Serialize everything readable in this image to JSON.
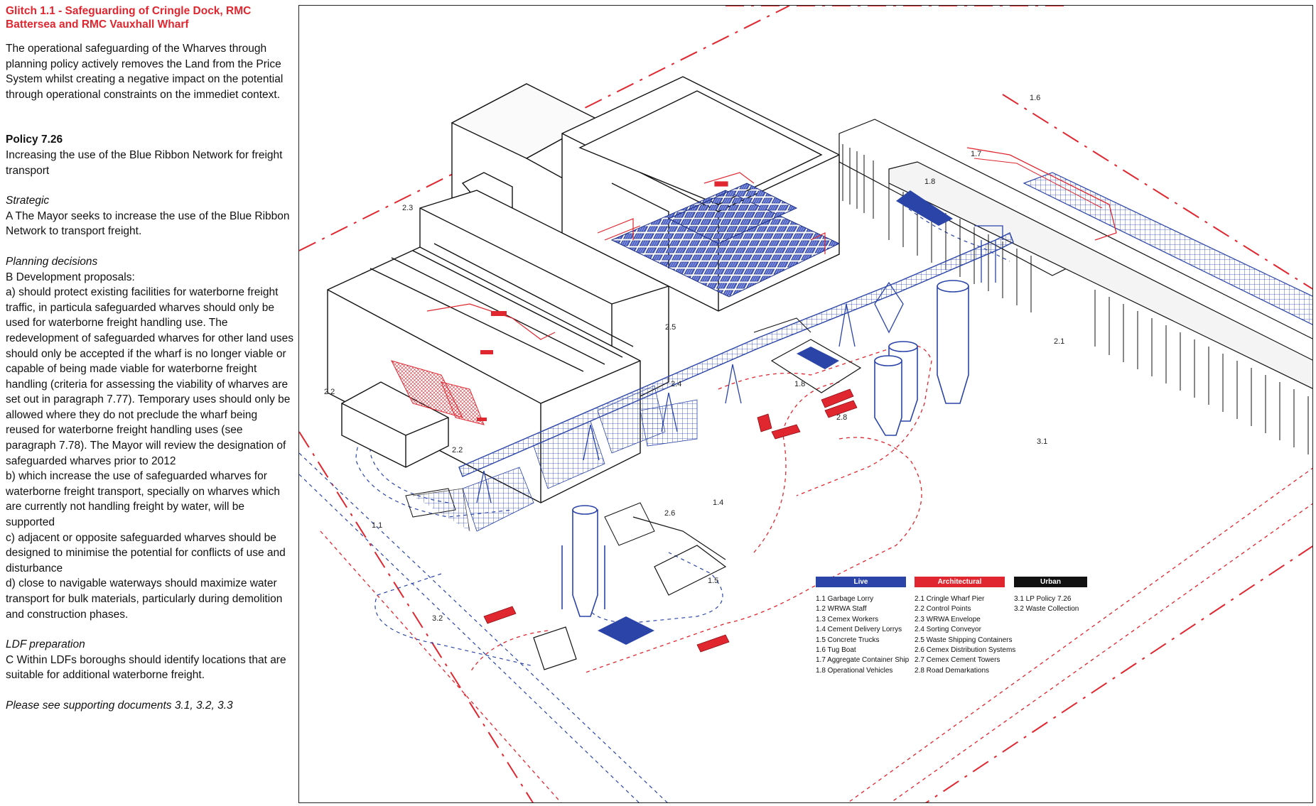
{
  "text": {
    "title": "Glitch 1.1 - Safeguarding of Cringle Dock, RMC Battersea and RMC Vauxhall Wharf",
    "intro": "The operational safeguarding of the Wharves through planning policy actively removes the Land from the Price System whilst creating a negative impact on the potential through operational constraints on the immediet context.",
    "policy_heading": "Policy 7.26",
    "policy_sub": "Increasing the use of the Blue Ribbon Network for freight transport",
    "strategic_heading": "Strategic",
    "strategic_text": "A The Mayor seeks to increase the use of the Blue Ribbon Network to transport freight.",
    "planning_heading": "Planning decisions",
    "planning_intro": "B Development proposals:",
    "clause_a": "a) should protect existing facilities for waterborne freight traffic, in particula safeguarded wharves should only be used for waterborne freight handling use. The redevelopment of safeguarded wharves for other land uses should only be accepted if the wharf is no longer viable or capable of being made viable for waterborne freight handling (criteria for assessing the viability of wharves are set out in paragraph 7.77). Temporary uses should only be allowed where they do not preclude the wharf being reused for waterborne freight handling uses (see paragraph 7.78). The Mayor will review the designation of safeguarded wharves prior to 2012",
    "clause_b": "b) which increase the use of safeguarded wharves for waterborne freight transport, specially on wharves which are currently not handling freight by water, will be supported",
    "clause_c": "c) adjacent or opposite safeguarded wharves should be designed to minimise the potential for conflicts of use and disturbance",
    "clause_d": "d) close to navigable waterways should maximize water transport for bulk materials, particularly during demolition",
    "clause_d2": "and construction phases.",
    "ldf_heading": "LDF preparation",
    "ldf_text": "C Within LDFs boroughs should identify locations that are suitable for additional waterborne freight.",
    "see_docs": "Please see supporting documents 3.1, 3.2, 3.3"
  },
  "diagram": {
    "labels": {
      "l16": "1.6",
      "l17": "1.7",
      "l18a": "1.8",
      "l18b": "1.8",
      "l23": "2.3",
      "l25": "2.5",
      "l21": "2.1",
      "l24": "2.4",
      "l22a": "2.2",
      "l22b": "2.2",
      "l28": "2.8",
      "l31": "3.1",
      "l11": "1.1",
      "l14": "1.4",
      "l26": "2.6",
      "l15": "1.5",
      "l32": "3.2"
    },
    "colors": {
      "live": "#2a44a8",
      "architectural": "#e0262f",
      "urban": "#111111",
      "ink": "#111111"
    }
  },
  "legend": {
    "live": {
      "title": "Live",
      "items": [
        "1.1 Garbage Lorry",
        "1.2 WRWA Staff",
        "1.3 Cemex Workers",
        "1.4 Cement Delivery Lorrys",
        "1.5 Concrete Trucks",
        "1.6 Tug Boat",
        "1.7 Aggregate Container Ship",
        "1.8 Operational Vehicles"
      ]
    },
    "architectural": {
      "title": "Architectural",
      "items": [
        "2.1 Cringle Wharf Pier",
        "2.2 Control Points",
        "2.3 WRWA Envelope",
        "2.4 Sorting Conveyor",
        "2.5 Waste Shipping Containers",
        "2.6 Cemex Distribution Systems",
        "2.7 Cemex Cement Towers",
        "2.8 Road Demarkations"
      ]
    },
    "urban": {
      "title": "Urban",
      "items": [
        "3.1 LP Policy 7.26",
        "3.2 Waste Collection"
      ]
    }
  }
}
